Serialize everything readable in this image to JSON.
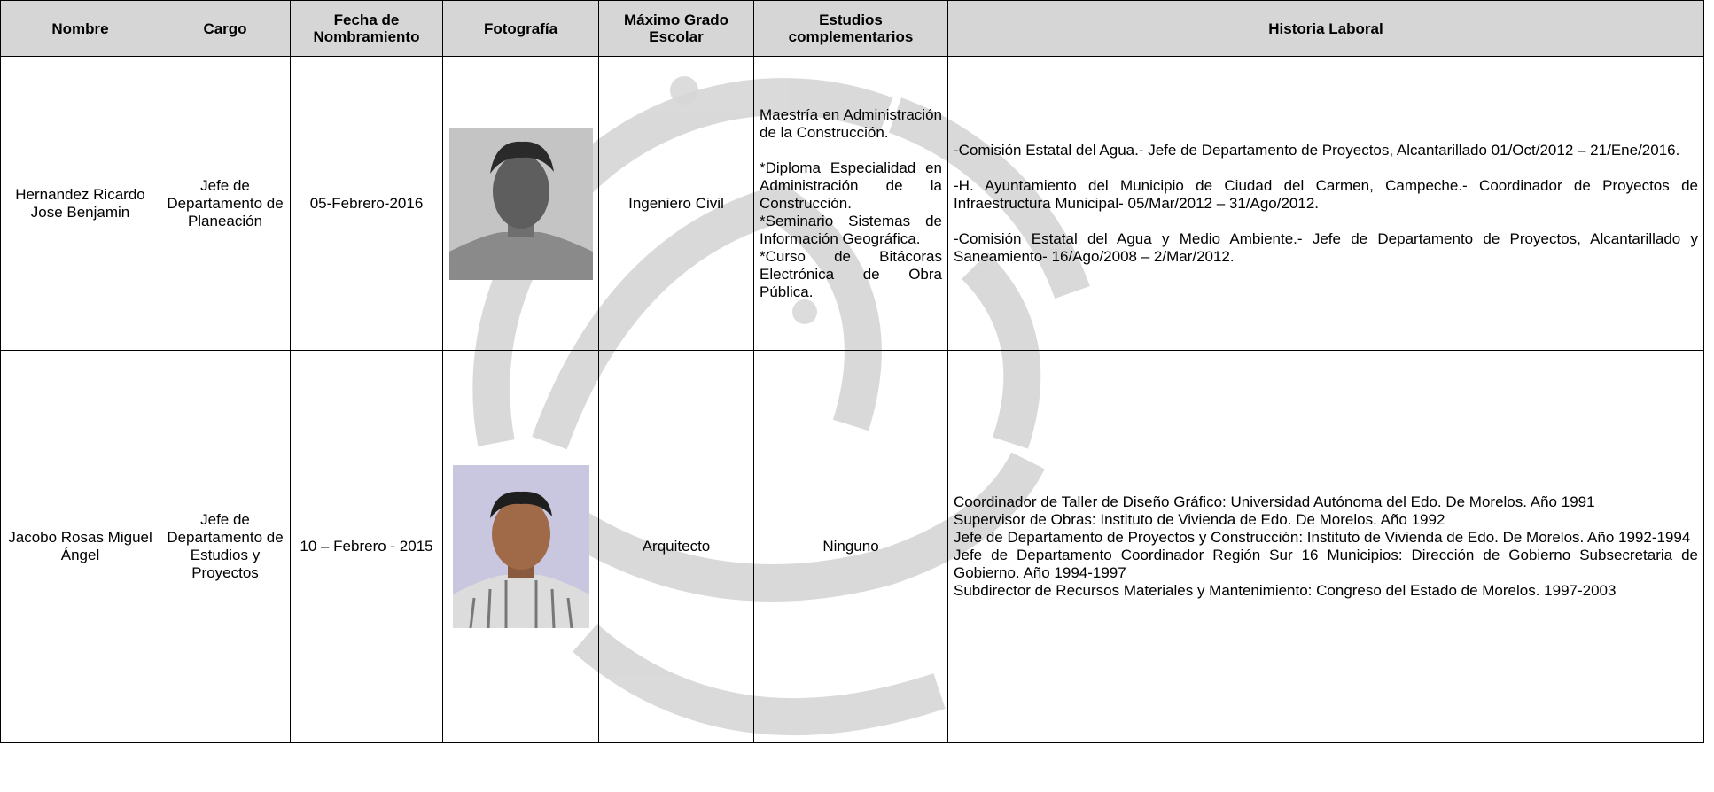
{
  "table": {
    "headers": [
      "Nombre",
      "Cargo",
      "Fecha de Nombramiento",
      "Fotografía",
      "Máximo Grado Escolar",
      "Estudios complementarios",
      "Historia Laboral"
    ],
    "rows": [
      {
        "nombre": "Hernandez Ricardo Jose Benjamin",
        "cargo": "Jefe de Departamento de Planeación",
        "fecha": "05-Febrero-2016",
        "grado": "Ingeniero Civil",
        "estudios": [
          "Maestría en Administración de la Construcción.",
          "*Diploma Especialidad en Administración de la Construcción.",
          "*Seminario Sistemas de Información Geográfica.",
          "*Curso de Bitácoras Electrónica de Obra Pública."
        ],
        "historia": [
          "-Comisión Estatal del Agua.- Jefe de Departamento de Proyectos, Alcantarillado 01/Oct/2012 – 21/Ene/2016.",
          "-H. Ayuntamiento del Municipio de Ciudad del Carmen, Campeche.- Coordinador de Proyectos de Infraestructura Municipal- 05/Mar/2012 – 31/Ago/2012.",
          "-Comisión Estatal del Agua y Medio Ambiente.- Jefe de Departamento de Proyectos, Alcantarillado y Saneamiento- 16/Ago/2008 – 2/Mar/2012."
        ]
      },
      {
        "nombre": "Jacobo Rosas Miguel Ángel",
        "cargo": "Jefe de Departamento de Estudios y Proyectos",
        "fecha": "10 – Febrero - 2015",
        "grado": "Arquitecto",
        "estudios": [
          "Ninguno"
        ],
        "historia": [
          "Coordinador de Taller de Diseño Gráfico: Universidad Autónoma del Edo. De Morelos. Año 1991",
          "Supervisor de Obras: Instituto de Vivienda de Edo. De Morelos. Año 1992",
          "Jefe de Departamento de Proyectos y Construcción: Instituto de Vivienda de Edo. De Morelos. Año 1992-1994",
          "Jefe de Departamento Coordinador Región Sur 16 Municipios: Dirección de Gobierno Subsecretaria de Gobierno. Año 1994-1997",
          "Subdirector de Recursos Materiales y Mantenimiento: Congreso del Estado de Morelos. 1997-2003"
        ]
      }
    ]
  },
  "colors": {
    "header_bg": "#d6d6d6",
    "watermark": "#cfcfcf",
    "border": "#000000"
  }
}
